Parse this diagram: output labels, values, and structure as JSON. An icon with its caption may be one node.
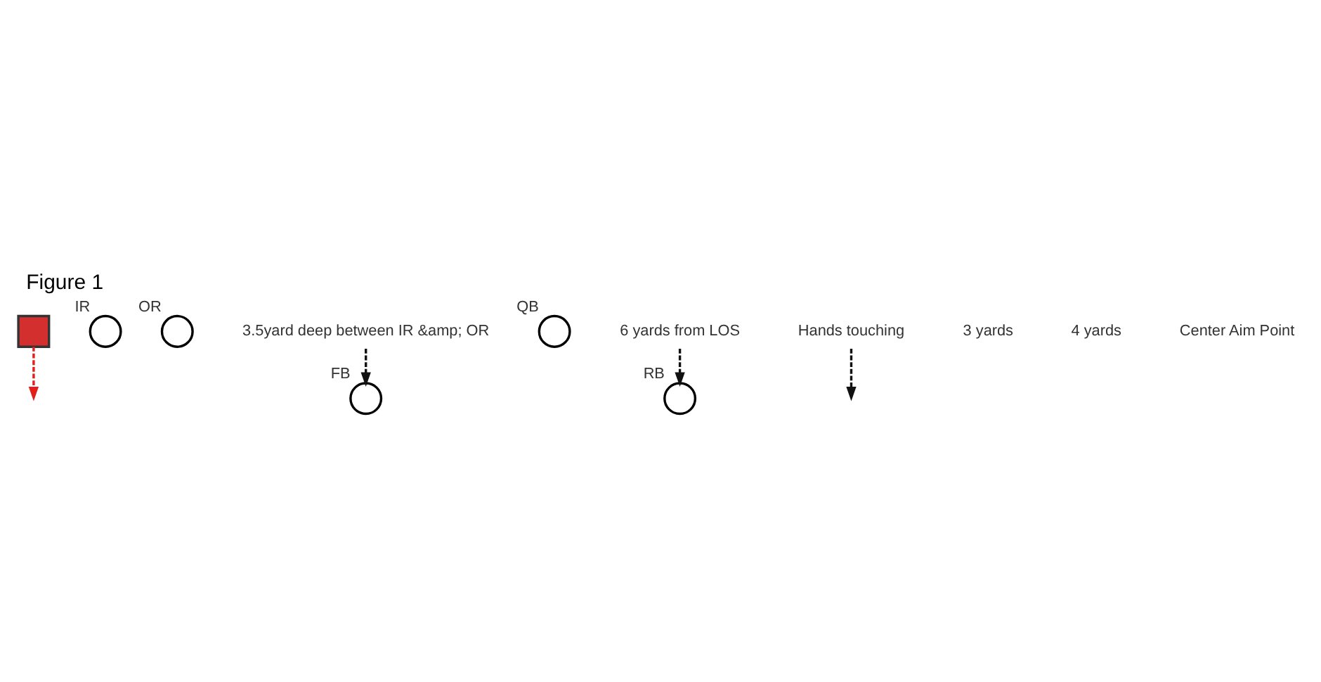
{
  "diagram": {
    "title": "Figure 1",
    "nodes": [
      {
        "text": [],
        "shape": "box"
      },
      {
        "text": [],
        "shape": "circle",
        "beside": [
          "IR"
        ]
      },
      {
        "text": [],
        "shape": "circle",
        "beside": [
          "OR"
        ]
      },
      {
        "text": [],
        "shape": "circle",
        "beside": [
          "FB"
        ]
      },
      {
        "text": [],
        "shape": "circle",
        "beside": [
          "QB"
        ]
      },
      {
        "text": [],
        "shape": "circle",
        "beside": [
          "RB"
        ]
      },
      {
        "text": [
          "Hands touching"
        ]
      },
      {
        "text": [
          "3.5yard deep between IR &amp; OR"
        ]
      },
      {
        "text": [
          "6 yards from LOS"
        ]
      }
    ],
    "edges": [
      {
        "from": 6,
        "to": null,
        "arrow": "to",
        "style": "dashed"
      },
      {
        "from": 0,
        "to": null,
        "arrow": "to",
        "style": "dashed",
        "color": "#e0201c"
      },
      {
        "from": 7,
        "to": 3,
        "arrow": "to",
        "style": "dashed"
      },
      {
        "from": 8,
        "to": 5,
        "arrow": "to",
        "style": "dashed"
      }
    ],
    "labels": [
      "3 yards",
      "4 yards",
      "Center Aim Point"
    ]
  }
}
